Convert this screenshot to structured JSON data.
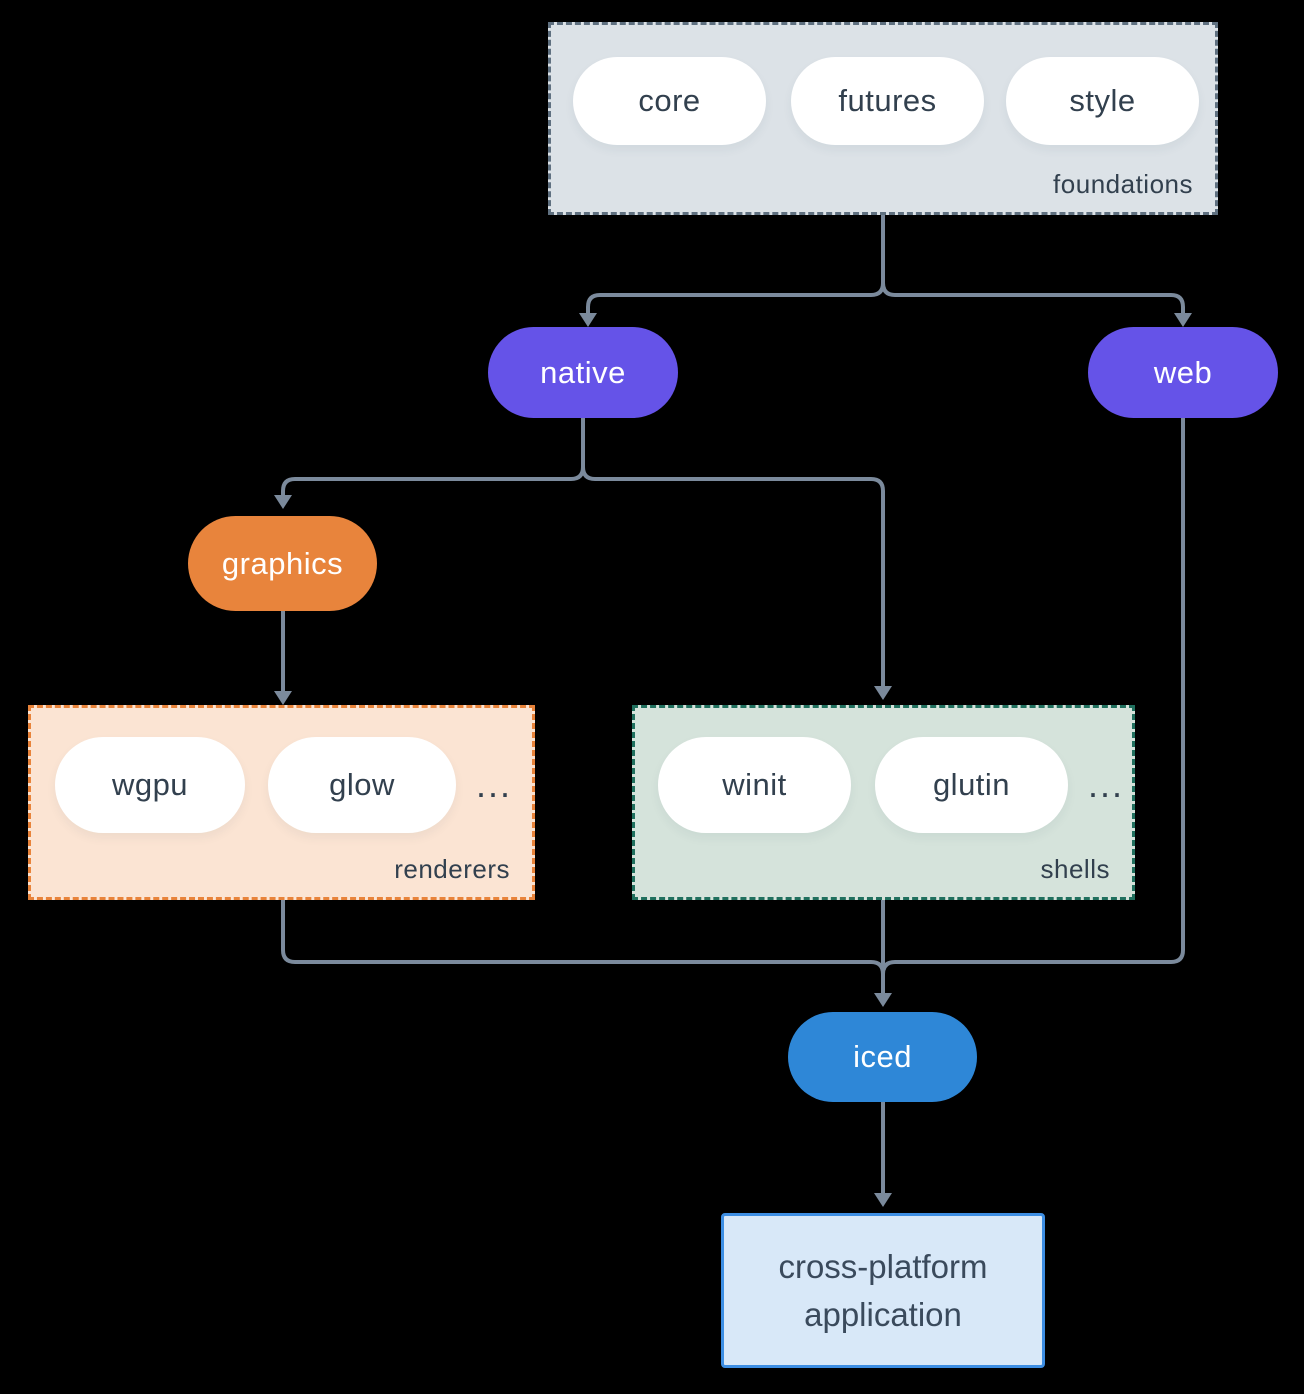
{
  "diagram": {
    "foundations": {
      "label": "foundations",
      "pills": [
        "core",
        "futures",
        "style"
      ]
    },
    "native": {
      "label": "native"
    },
    "web": {
      "label": "web"
    },
    "graphics": {
      "label": "graphics"
    },
    "renderers": {
      "label": "renderers",
      "pills": [
        "wgpu",
        "glow",
        "..."
      ]
    },
    "shells": {
      "label": "shells",
      "pills": [
        "winit",
        "glutin",
        "..."
      ]
    },
    "iced": {
      "label": "iced"
    },
    "application": {
      "label": "cross-platform application"
    },
    "colors": {
      "background": "#000000",
      "connector": "#7b8a9c",
      "node_purple": "#6553e8",
      "node_orange": "#e8843c",
      "node_blue": "#2e87d7",
      "pill_white": "#ffffff",
      "text_dark": "#32404e",
      "text_light": "#ffffff",
      "foundations_fill": "#dce2e7",
      "foundations_border": "#5f7080",
      "renderers_fill": "#fbe4d3",
      "renderers_border": "#e8833a",
      "shells_fill": "#d5e3db",
      "shells_border": "#20705e",
      "application_fill": "#d8e8f8",
      "application_border": "#3d8ee3"
    }
  }
}
